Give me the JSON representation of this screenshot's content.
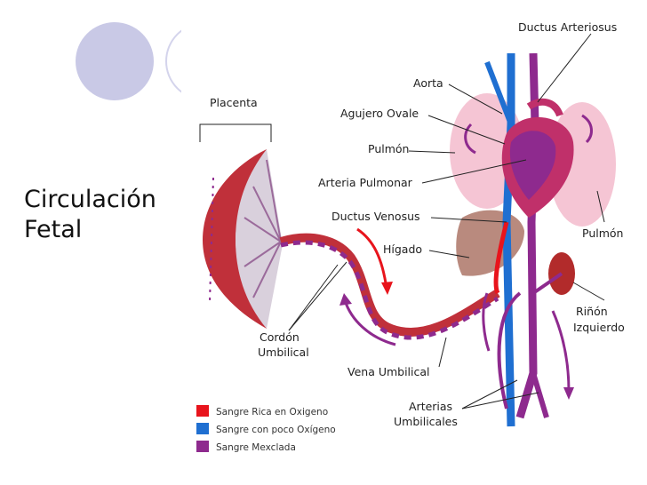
{
  "slide": {
    "title_line1": "Circulación",
    "title_line2": "Fetal"
  },
  "labels": {
    "ductus_arteriosus": "Ductus Arteriosus",
    "aorta": "Aorta",
    "agujero_ovale": "Agujero Ovale",
    "pulmon_left": "Pulmón",
    "arteria_pulmonar": "Arteria Pulmonar",
    "ductus_venosus": "Ductus Venosus",
    "higado": "Hígado",
    "pulmon_right": "Pulmón",
    "rinon_1": "Riñón",
    "rinon_2": "Izquierdo",
    "placenta": "Placenta",
    "cordon_1": "Cordón",
    "cordon_2": "Umbilical",
    "vena_umbilical": "Vena Umbilical",
    "arterias_1": "Arterias",
    "arterias_2": "Umbilicales"
  },
  "legend": [
    {
      "label": "Sangre Rica en Oxigeno",
      "color": "#e8141c"
    },
    {
      "label": "Sangre con poco Oxígeno",
      "color": "#1f6fd1"
    },
    {
      "label": "Sangre Mexclada",
      "color": "#8e2a8e"
    }
  ]
}
